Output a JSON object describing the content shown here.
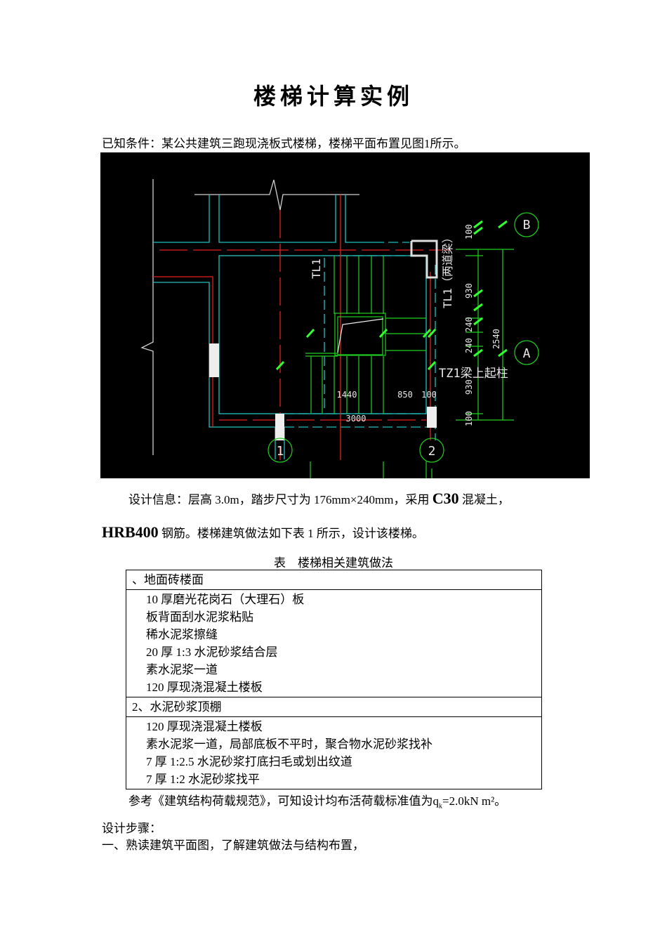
{
  "title": "楼梯计算实例",
  "intro": "已知条件：某公共建筑三跑现浇板式楼梯，楼梯平面布置见图1所示。",
  "drawing": {
    "labels": {
      "tl1_left": "TL1",
      "tl1_right": "TL1（两道梁）",
      "tz1": "TZ1梁上起柱"
    },
    "axes": {
      "a": "A",
      "b": "B",
      "one": "1",
      "two": "2"
    },
    "dims_vertical": [
      "100",
      "930",
      "240",
      "240",
      "930",
      "100"
    ],
    "dim_total_vertical": "2540",
    "dims_horizontal": [
      "1440",
      "850",
      "100"
    ],
    "dim_total_horizontal": "3000",
    "colors": {
      "background": "#000000",
      "wall": "#22c0c0",
      "axis": "#e02020",
      "stair": "#20d020",
      "dim": "#20ff20",
      "outline": "#d0d0d0"
    }
  },
  "design_info": {
    "pre": "设计信息：层高 3.0m，踏步尺寸为 176mm×240mm，采用",
    "concrete": "C30",
    "mid": "混凝土，",
    "steel": "HRB400",
    "post": "钢筋。楼梯建筑做法如下表 1 所示，设计该楼梯。"
  },
  "table": {
    "caption": "表    楼梯相关建筑做法",
    "sections": [
      {
        "heading": "、地面砖楼面",
        "items": [
          "10 厚磨光花岗石（大理石）板",
          "板背面刮水泥浆粘贴",
          "稀水泥浆擦缝",
          "20 厚 1:3 水泥砂浆结合层",
          "素水泥浆一道",
          "120 厚现浇混凝土楼板"
        ]
      },
      {
        "heading": "2、水泥砂浆顶棚",
        "items": [
          "120 厚现浇混凝土楼板",
          "素水泥浆一道，局部底板不平时，聚合物水泥砂浆找补",
          "7 厚 1:2.5 水泥砂浆打底扫毛或划出纹道",
          "7 厚 1:2 水泥砂浆找平"
        ]
      }
    ]
  },
  "reference": {
    "pre": "参考《建筑结构荷载规范》，可知设计均布活荷载标准值为q",
    "sub": "k",
    "post": "=2.0kN  m²。"
  },
  "steps_label": "设计步骤：",
  "step1": "一、熟读建筑平面图，了解建筑做法与结构布置，"
}
